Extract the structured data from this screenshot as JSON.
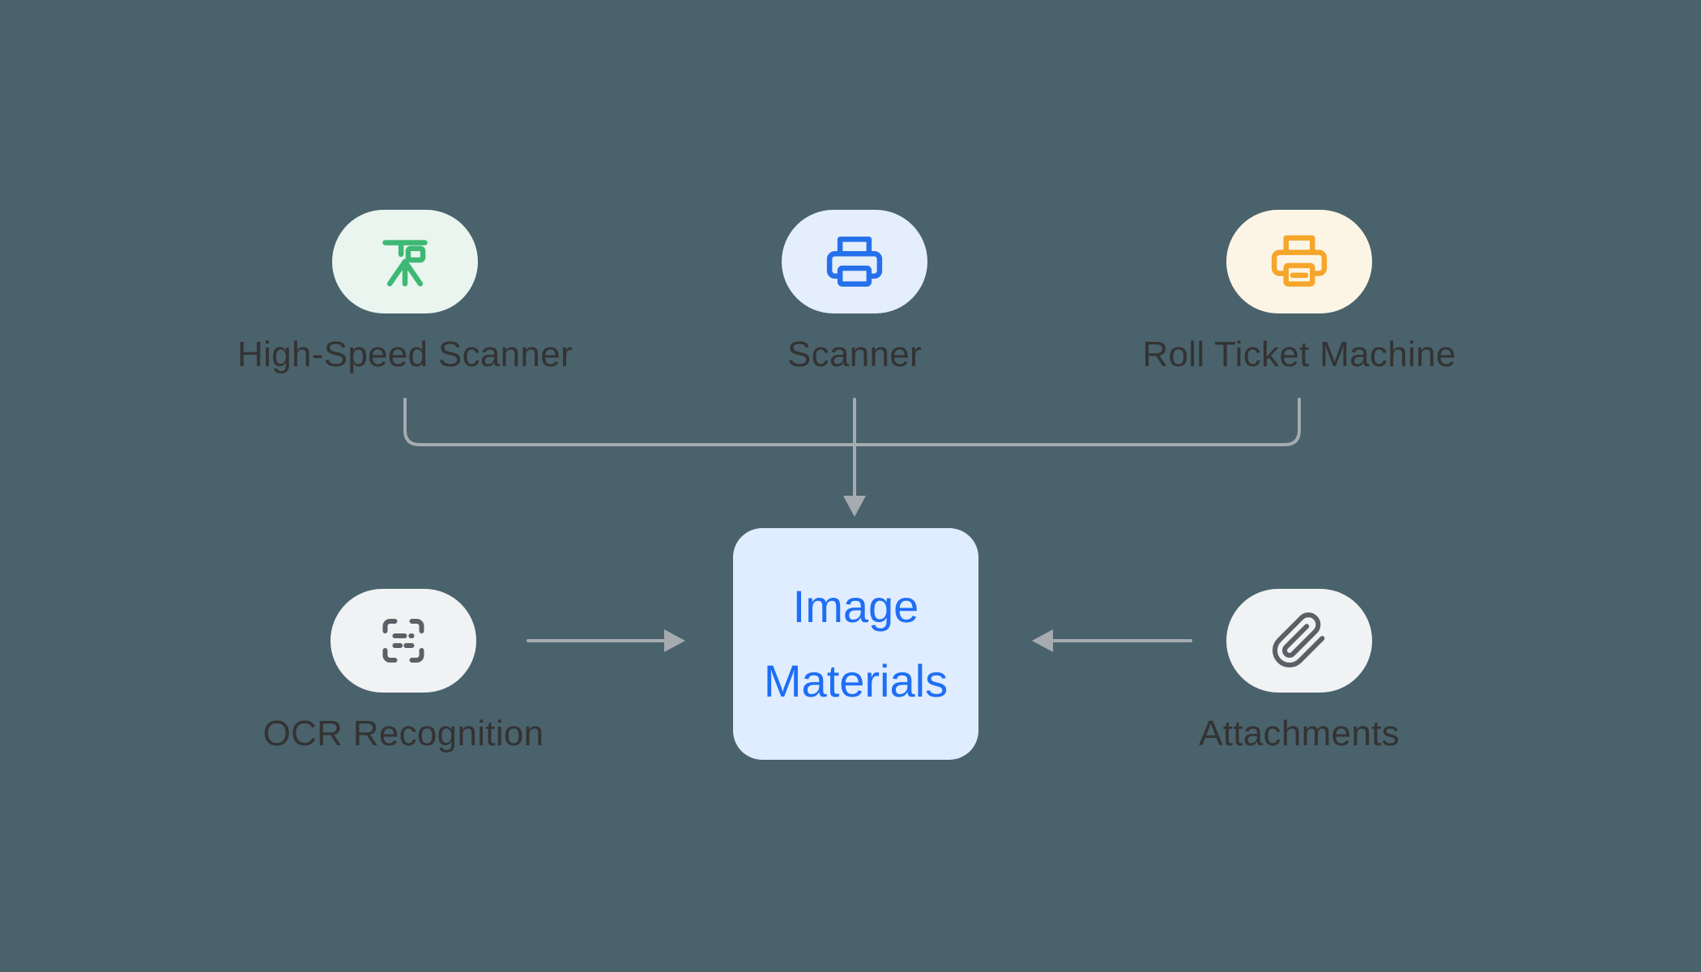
{
  "nodes": {
    "high_speed_scanner": {
      "label": "High-Speed Scanner",
      "icon": "high-speed-scanner-icon"
    },
    "scanner": {
      "label": "Scanner",
      "icon": "printer-scanner-icon"
    },
    "roll_ticket_machine": {
      "label": "Roll Ticket Machine",
      "icon": "receipt-printer-icon"
    },
    "ocr_recognition": {
      "label": "OCR Recognition",
      "icon": "ocr-scan-frame-icon"
    },
    "attachments": {
      "label": "Attachments",
      "icon": "paperclip-icon"
    },
    "image_materials": {
      "label": "Image Materials"
    }
  },
  "edges": [
    {
      "from": "high_speed_scanner",
      "to": "image_materials"
    },
    {
      "from": "scanner",
      "to": "image_materials"
    },
    {
      "from": "roll_ticket_machine",
      "to": "image_materials"
    },
    {
      "from": "ocr_recognition",
      "to": "image_materials"
    },
    {
      "from": "attachments",
      "to": "image_materials"
    }
  ],
  "colors": {
    "bg": "#4a626b",
    "pill_green_bg": "#e9f5ee",
    "pill_blue_bg": "#e5eefb",
    "pill_cream_bg": "#fcf5e6",
    "pill_gray_bg": "#f1f2f4",
    "icon_green": "#3eb874",
    "icon_blue": "#2570eb",
    "icon_orange": "#f5a62b",
    "icon_gray": "#5c6066",
    "box_bg": "#e0ecff",
    "box_text": "#1e6ef5",
    "label_text": "#333333",
    "connector": "#a6abb0"
  }
}
